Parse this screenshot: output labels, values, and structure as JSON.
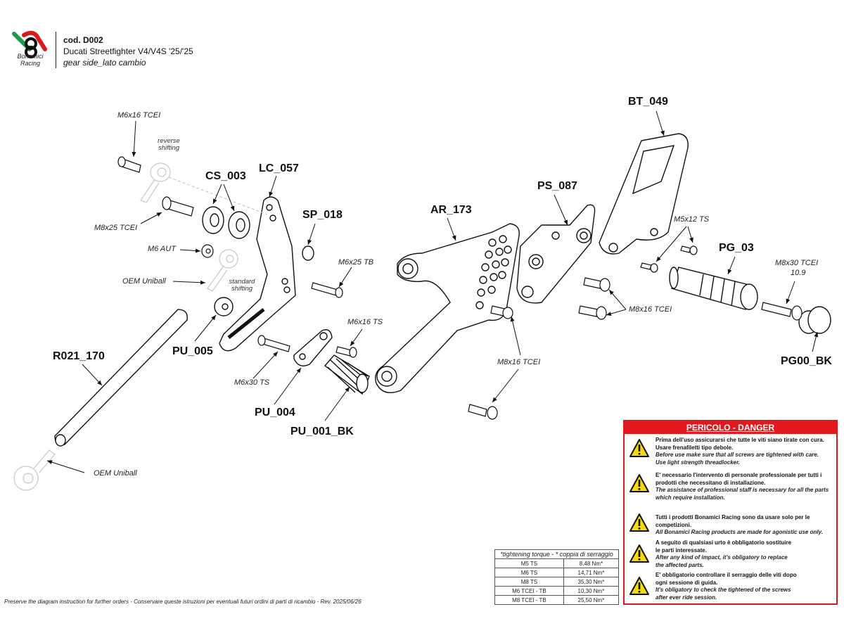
{
  "brand": {
    "logo_line1": "Bonamici",
    "logo_line2": "Racing",
    "colors": {
      "green": "#1f9a4a",
      "red": "#d9191f",
      "black": "#111111"
    }
  },
  "header": {
    "code": "cod. D002",
    "model": "Ducati Streetfighter V4/V4S '25/'25",
    "side": "gear side_lato cambio"
  },
  "parts": [
    {
      "id": "BT_049"
    },
    {
      "id": "CS_003"
    },
    {
      "id": "LC_057"
    },
    {
      "id": "SP_018"
    },
    {
      "id": "AR_173"
    },
    {
      "id": "PS_087"
    },
    {
      "id": "PG_03"
    },
    {
      "id": "R021_170"
    },
    {
      "id": "PU_005"
    },
    {
      "id": "PU_004"
    },
    {
      "id": "PU_001_BK"
    },
    {
      "id": "PG00_BK"
    }
  ],
  "hardware": [
    {
      "label": "M6x16 TCEI"
    },
    {
      "label": "M8x25 TCEI"
    },
    {
      "label": "M6 AUT"
    },
    {
      "label": "OEM Uniball"
    },
    {
      "label": "M6x25 TB"
    },
    {
      "label": "M6x16 TS"
    },
    {
      "label": "M6x30 TS"
    },
    {
      "label": "M8x16 TCEI"
    },
    {
      "label": "M5x12 TS"
    },
    {
      "label": "M8x16 TCEI"
    },
    {
      "label": "M8x30 TCEI"
    },
    {
      "label": "10.9"
    },
    {
      "label": "OEM Uniball"
    }
  ],
  "notes": {
    "reverse_1": "reverse",
    "reverse_2": "shifting",
    "standard_1": "standard",
    "standard_2": "shifting"
  },
  "torque_table": {
    "header": "*tightening torque - * coppia di serraggio",
    "rows": [
      {
        "screw": "M5 TS",
        "torque": "8,48 Nm*"
      },
      {
        "screw": "M6 TS",
        "torque": "14,71 Nm*"
      },
      {
        "screw": "M8 TS",
        "torque": "35,30 Nm*"
      },
      {
        "screw": "M6 TCEI - TB",
        "torque": "10,30 Nm*"
      },
      {
        "screw": "M8 TCEI - TB",
        "torque": "25,50 Nm*"
      }
    ]
  },
  "danger": {
    "title": "PERICOLO - DANGER",
    "warnings": [
      {
        "it": [
          "Prima dell'uso assicurarsi che tutte le viti siano tirate con cura.",
          "Usare frenafiletti tipo debole."
        ],
        "en": [
          "Before use make sure that all screws are tightened with care.",
          "Use light strength threadlocker."
        ]
      },
      {
        "it": [
          "E' necessario l'intervento di personale professionale per tutti i",
          "prodotti che necessitano di installazione."
        ],
        "en": [
          "The assistance of professional staff is necessary for all the parts",
          "which require installation."
        ]
      },
      {
        "it": [
          "Tutti i prodotti Bonamici Racing sono da usare solo per le competizioni."
        ],
        "en": [
          "All Bonamici Racing products are made for agonistic use only."
        ]
      },
      {
        "it": [
          "A seguito di qualsiasi urto è obbligatorio sostituire",
          "le parti interessate."
        ],
        "en": [
          "After any kind of impact, it's obligatory to replace",
          "the affected parts."
        ]
      },
      {
        "it": [
          "E' obbligatorio controllare il serraggio delle viti dopo",
          "ogni sessione di guida."
        ],
        "en": [
          "It's obligatory to check the tightened of the screws",
          "after ever ride session."
        ]
      }
    ]
  },
  "footer": "Preserve the diagram instruction for further orders - Conservare queste istruzioni per eventuali futuri ordini di parti di ricambio - Rev. 2025/06/26"
}
